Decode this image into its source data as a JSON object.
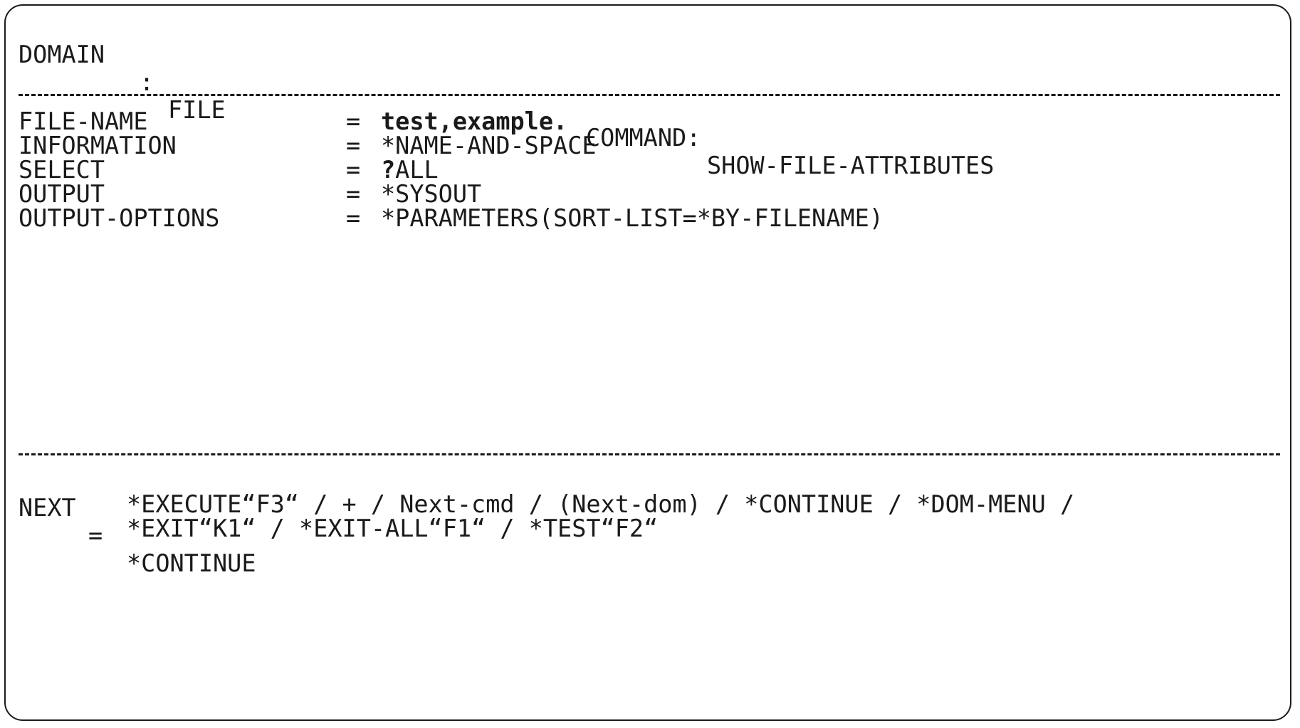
{
  "header": {
    "domain_label": "DOMAIN",
    "domain_sep": ":",
    "domain_value": "FILE",
    "command_label": "COMMAND:",
    "command_value": "SHOW-FILE-ATTRIBUTES"
  },
  "divider_char": "-",
  "operands": [
    {
      "label": "FILE-NAME",
      "eq": "=",
      "value_prefix": "",
      "value": "test,example.",
      "bold": true
    },
    {
      "label": "INFORMATION",
      "eq": "=",
      "value_prefix": "",
      "value": "*NAME-AND-SPACE",
      "bold": false
    },
    {
      "label": "SELECT",
      "eq": "=",
      "value_prefix": "?",
      "value": "ALL",
      "bold": false
    },
    {
      "label": "OUTPUT",
      "eq": "=",
      "value_prefix": "",
      "value": "*SYSOUT",
      "bold": false
    },
    {
      "label": "OUTPUT-OPTIONS",
      "eq": "=",
      "value_prefix": "",
      "value": "*PARAMETERS(SORT-LIST=*BY-FILENAME)",
      "bold": false
    }
  ],
  "next": {
    "label": "NEXT",
    "eq": "=",
    "value": "*CONTINUE",
    "options_line1": "*EXECUTE“F3“ / + / Next-cmd / (Next-dom) / *CONTINUE / *DOM-MENU /",
    "options_line2": "*EXIT“K1“ / *EXIT-ALL“F1“ / *TEST“F2“"
  }
}
